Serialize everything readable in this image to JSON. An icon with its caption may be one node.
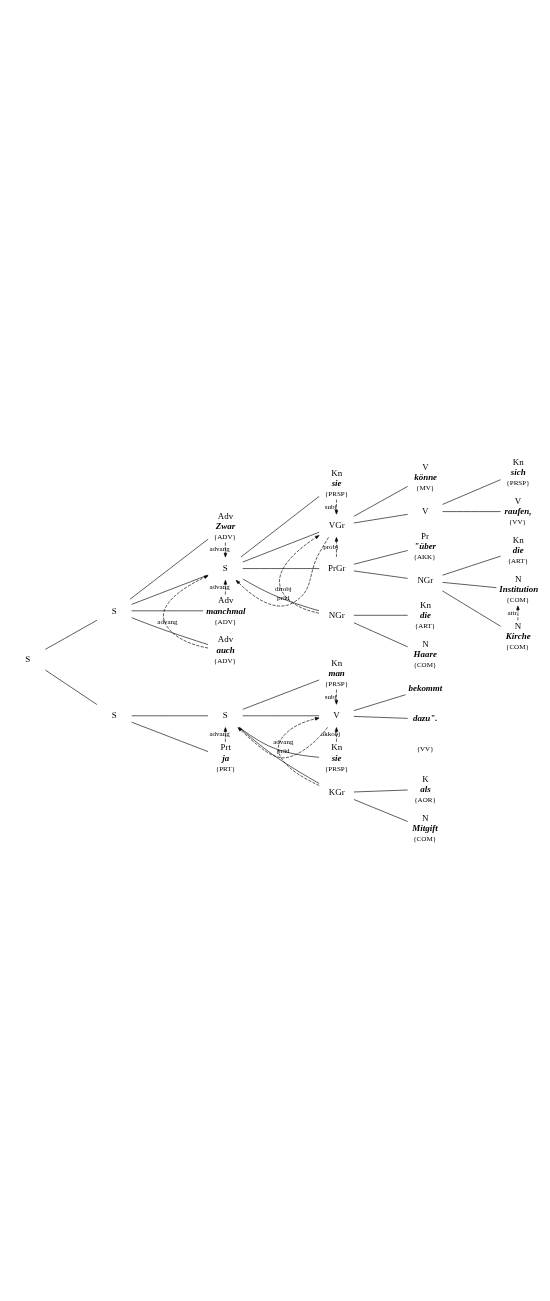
{
  "diagram": {
    "nodes": [
      {
        "text": [
          "S"
        ]
      },
      {
        "text": [
          "S"
        ]
      },
      {
        "text": [
          "Adv",
          "Zwar"
        ],
        "beside": [
          "{ADV}"
        ]
      },
      {
        "text": [
          "S"
        ]
      },
      {
        "text": [
          "Kn",
          "sie"
        ],
        "beside": [
          "{PRSP}"
        ]
      },
      {
        "text": [
          "VGr"
        ]
      },
      {
        "text": [
          "V",
          "könne"
        ],
        "beside": [
          "{MV}"
        ]
      },
      {
        "text": [
          "V"
        ]
      },
      {
        "text": [
          "Kn",
          "sich"
        ],
        "beside": [
          "{PRSP}"
        ]
      },
      {
        "text": [
          "PrGr"
        ]
      },
      {
        "text": [
          "Pr",
          "\"über"
        ],
        "beside": [
          "{AKK}"
        ]
      },
      {
        "text": [
          "NGr"
        ]
      },
      {
        "text": [
          "Kn",
          "die"
        ],
        "beside": [
          "{ART}"
        ]
      },
      {
        "text": [
          "N",
          "Institution"
        ],
        "beside": [
          "{COM}"
        ]
      },
      {
        "text": [
          "N",
          "Kirche"
        ],
        "beside": [
          "{COM}"
        ]
      },
      {
        "text": [
          "Adv",
          "manchmal"
        ],
        "beside": [
          "{ADV}"
        ]
      },
      {
        "text": [
          "Adv",
          "auch"
        ],
        "beside": [
          "{ADV}"
        ]
      },
      {
        "text": [
          "NGr"
        ]
      },
      {
        "text": [
          "Kn",
          "die"
        ],
        "beside": [
          "{ART}"
        ]
      },
      {
        "text": [
          "N",
          "Haare"
        ],
        "beside": [
          "{COM}"
        ]
      },
      {
        "text": [
          "V",
          "raufen,"
        ],
        "beside": [
          "{VV}"
        ]
      },
      {
        "text": [
          "S"
        ]
      },
      {
        "text": [
          "S"
        ]
      },
      {
        "text": [
          "Kn",
          "man"
        ],
        "beside": [
          "{PRSP}"
        ]
      },
      {
        "text": [
          "V"
        ]
      },
      {
        "text": [
          "bekommt"
        ]
      },
      {
        "text": [
          "Kn",
          "sie"
        ],
        "beside": [
          "{PRSP}"
        ]
      },
      {
        "text": [
          "Prt",
          "ja"
        ],
        "beside": [
          "{PRT}"
        ]
      },
      {
        "text": [
          "KGr"
        ]
      },
      {
        "text": [
          "K",
          "als"
        ],
        "beside": [
          "{AOR}"
        ]
      },
      {
        "text": [
          "N",
          "Mitgift"
        ],
        "beside": [
          "{COM}"
        ]
      },
      {
        "text": [
          "dazu\"."
        ]
      }
    ],
    "edges": [
      {
        "from": 0,
        "to": 1,
        "arrow": "none"
      },
      {
        "from": 0,
        "to": 21,
        "arrow": "none"
      },
      {
        "from": 1,
        "to": 2,
        "arrow": "none"
      },
      {
        "from": 1,
        "to": 3,
        "arrow": "none"
      },
      {
        "from": 1,
        "to": 15,
        "arrow": "none"
      },
      {
        "from": 1,
        "to": 16,
        "arrow": "none"
      },
      {
        "from": 3,
        "to": 4,
        "arrow": "none"
      },
      {
        "from": 3,
        "to": 5,
        "arrow": "none"
      },
      {
        "from": 3,
        "to": 9,
        "arrow": "none"
      },
      {
        "from": 3,
        "to": 17,
        "arrow": "none"
      },
      {
        "from": 5,
        "to": 6,
        "arrow": "none"
      },
      {
        "from": 5,
        "to": 7,
        "arrow": "none"
      },
      {
        "from": 7,
        "to": 8,
        "arrow": "none"
      },
      {
        "from": 7,
        "to": 20,
        "arrow": "none"
      },
      {
        "from": 9,
        "to": 10,
        "arrow": "none"
      },
      {
        "from": 9,
        "to": 11,
        "arrow": "none"
      },
      {
        "from": 11,
        "to": 12,
        "arrow": "none"
      },
      {
        "from": 11,
        "to": 13,
        "arrow": "none"
      },
      {
        "from": 11,
        "to": 14,
        "arrow": "none"
      },
      {
        "from": 17,
        "to": 18,
        "arrow": "none"
      },
      {
        "from": 17,
        "to": 19,
        "arrow": "none"
      },
      {
        "from": 21,
        "to": 22,
        "arrow": "none"
      },
      {
        "from": 21,
        "to": 27,
        "arrow": "none"
      },
      {
        "from": 22,
        "to": 23,
        "arrow": "none"
      },
      {
        "from": 22,
        "to": 24,
        "arrow": "none"
      },
      {
        "from": 22,
        "to": 26,
        "arrow": "none"
      },
      {
        "from": 22,
        "to": 28,
        "arrow": "none"
      },
      {
        "from": 24,
        "to": 25,
        "arrow": "none"
      },
      {
        "from": 24,
        "to": 31,
        "arrow": "none"
      },
      {
        "from": 28,
        "to": 29,
        "arrow": "none"
      },
      {
        "from": 28,
        "to": 30,
        "arrow": "none"
      },
      {
        "from": 2,
        "to": 3,
        "arrow": "to",
        "style": "dashed",
        "label": "advang"
      },
      {
        "from": 4,
        "to": 5,
        "arrow": "to",
        "style": "dashed",
        "label": "subj"
      },
      {
        "from": 5,
        "to": 3,
        "arrow": "to",
        "style": "dashed",
        "label": "präd"
      },
      {
        "from": 9,
        "to": 5,
        "arrow": "to",
        "style": "dashed",
        "label": "probj"
      },
      {
        "from": 17,
        "to": 5,
        "arrow": "to",
        "style": "dashed",
        "label": "dirobj"
      },
      {
        "from": 15,
        "to": 3,
        "arrow": "to",
        "style": "dashed",
        "label": "advang"
      },
      {
        "from": 16,
        "to": 3,
        "arrow": "to",
        "style": "dashed",
        "label": "advang"
      },
      {
        "from": 14,
        "to": 13,
        "arrow": "to",
        "style": "dashed",
        "label": "attr"
      },
      {
        "from": 27,
        "to": 22,
        "arrow": "to",
        "style": "dashed",
        "label": "advang"
      },
      {
        "from": 24,
        "to": 22,
        "arrow": "to",
        "style": "dashed",
        "label": "präd"
      },
      {
        "from": 28,
        "to": 24,
        "arrow": "to",
        "style": "dashed",
        "label": "advang"
      },
      {
        "from": 26,
        "to": 24,
        "arrow": "to",
        "style": "dashed",
        "label": "akkobj"
      },
      {
        "from": 23,
        "to": 24,
        "arrow": "to",
        "style": "dashed",
        "label": "subj"
      }
    ],
    "labels": [
      "{VV}"
    ]
  }
}
